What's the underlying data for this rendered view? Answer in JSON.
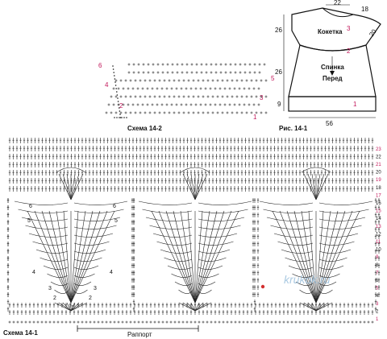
{
  "schema_14_2": {
    "caption": "Схема 14-2",
    "row_numbers_left": [
      "6",
      "4",
      "2"
    ],
    "row_numbers_right": [
      "5",
      "3",
      "1"
    ]
  },
  "figure_14_1": {
    "caption": "Рис. 14-1",
    "yoke_label": "Кокетка",
    "body_label_line1": "Спинка",
    "body_label_line2": "Перед",
    "part_numbers": [
      "3",
      "2",
      "1"
    ],
    "dims": {
      "neck_width": "22",
      "shoulder": "18",
      "yoke_side": "20",
      "yoke_height": "26",
      "body_height": "26",
      "hem_height": "9",
      "bottom_width": "56"
    }
  },
  "schema_14_1": {
    "caption": "Схема 14-1",
    "repeat_label": "Раппорт",
    "row_numbers": [
      "1",
      "2",
      "3",
      "4",
      "5",
      "6",
      "7",
      "8",
      "9",
      "10",
      "11",
      "12",
      "13",
      "14",
      "15",
      "16",
      "17",
      "18",
      "19",
      "20",
      "21",
      "22",
      "23"
    ],
    "motif_numbers": [
      "1",
      "2",
      "2",
      "3",
      "3",
      "4",
      "4",
      "5",
      "5",
      "6",
      "6"
    ]
  },
  "watermark": "krukok.ru"
}
